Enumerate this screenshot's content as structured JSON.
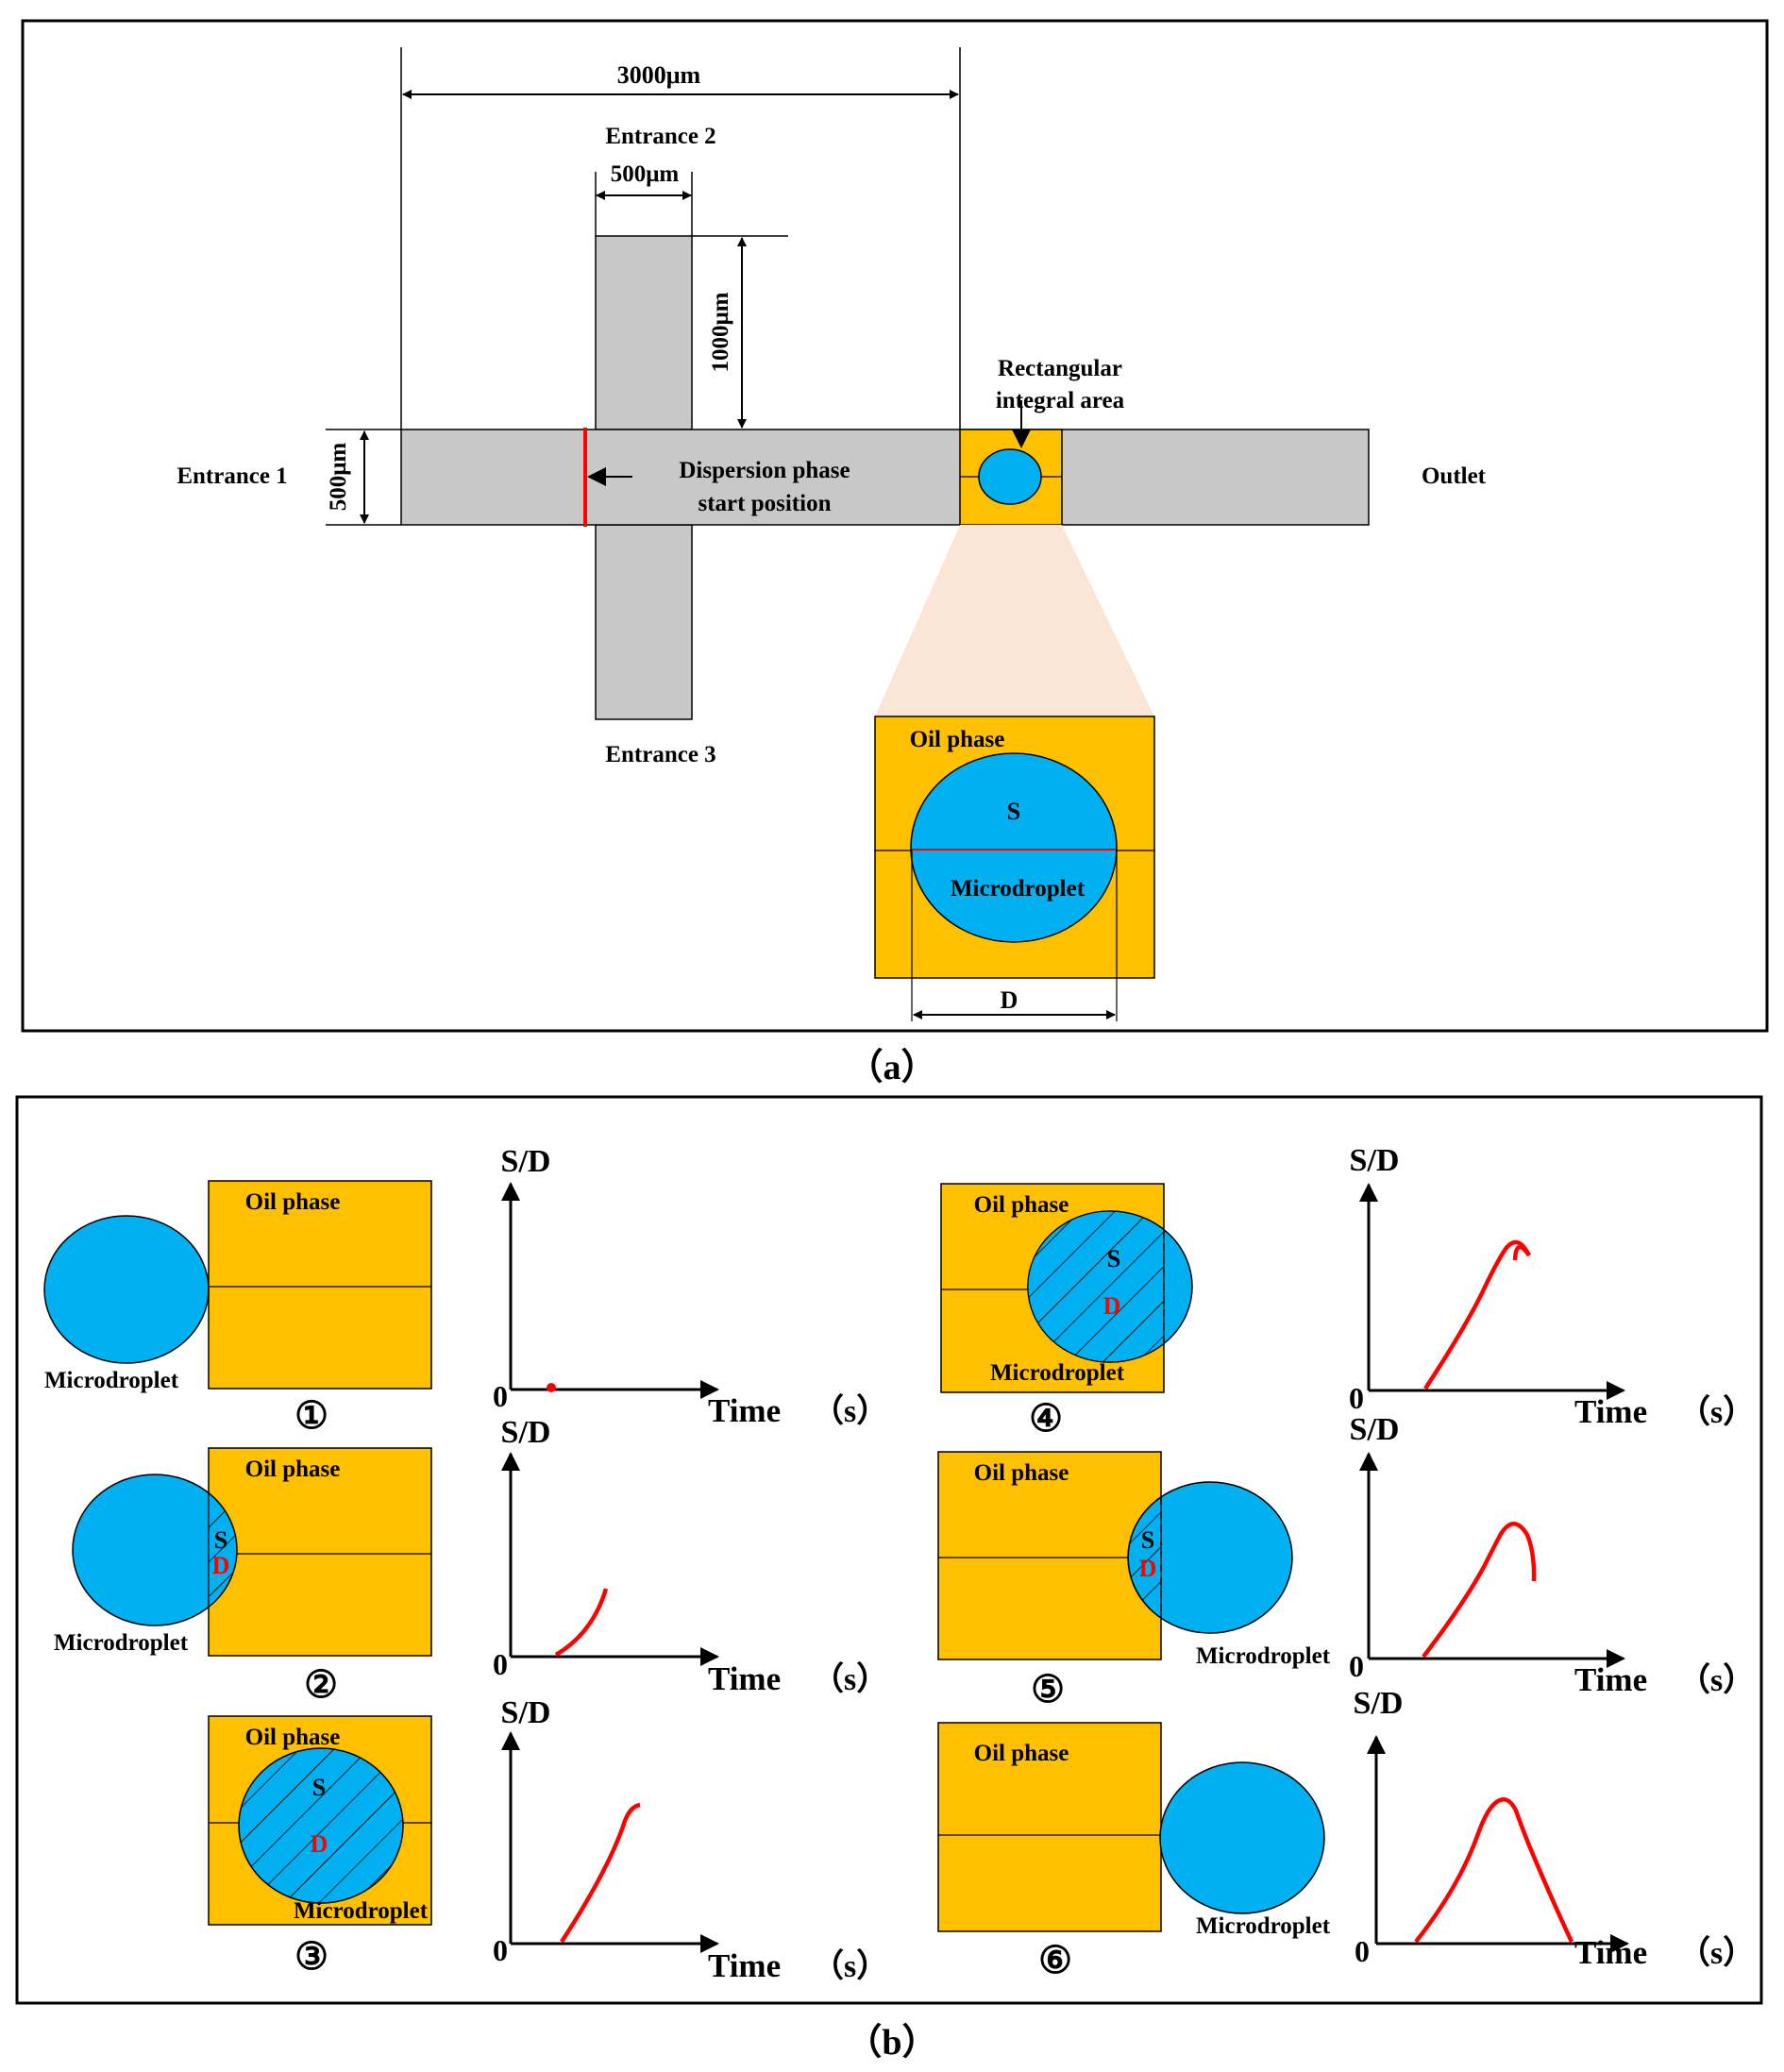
{
  "colors": {
    "channel": "#c8c8c8",
    "oil": "#ffc000",
    "droplet": "#00b0f0",
    "curve": "#ff0000",
    "funnel": "#fbe5d6",
    "stroke": "#000000"
  },
  "panel_a": {
    "caption": "（a）",
    "dim_width": "3000μm",
    "dim_branch_width": "500μm",
    "dim_branch_length": "1000μm",
    "dim_main_width": "500μm",
    "entrance1": "Entrance 1",
    "entrance2": "Entrance 2",
    "entrance3": "Entrance 3",
    "outlet": "Outlet",
    "dispersion_line1": "Dispersion phase",
    "dispersion_line2": "start position",
    "integral_line1": "Rectangular",
    "integral_line2": "integral area",
    "zoom": {
      "oil_phase": "Oil phase",
      "s_label": "S",
      "droplet_label": "Microdroplet",
      "d_label": "D"
    }
  },
  "panel_b": {
    "caption": "（b）",
    "oil_phase": "Oil phase",
    "droplet_label": "Microdroplet",
    "s_label": "S",
    "d_label": "D",
    "axis_y": "S/D",
    "axis_x": "Time",
    "axis_x_unit": "（s）",
    "origin": "0",
    "steps": [
      "①",
      "②",
      "③",
      "④",
      "⑤",
      "⑥"
    ]
  }
}
